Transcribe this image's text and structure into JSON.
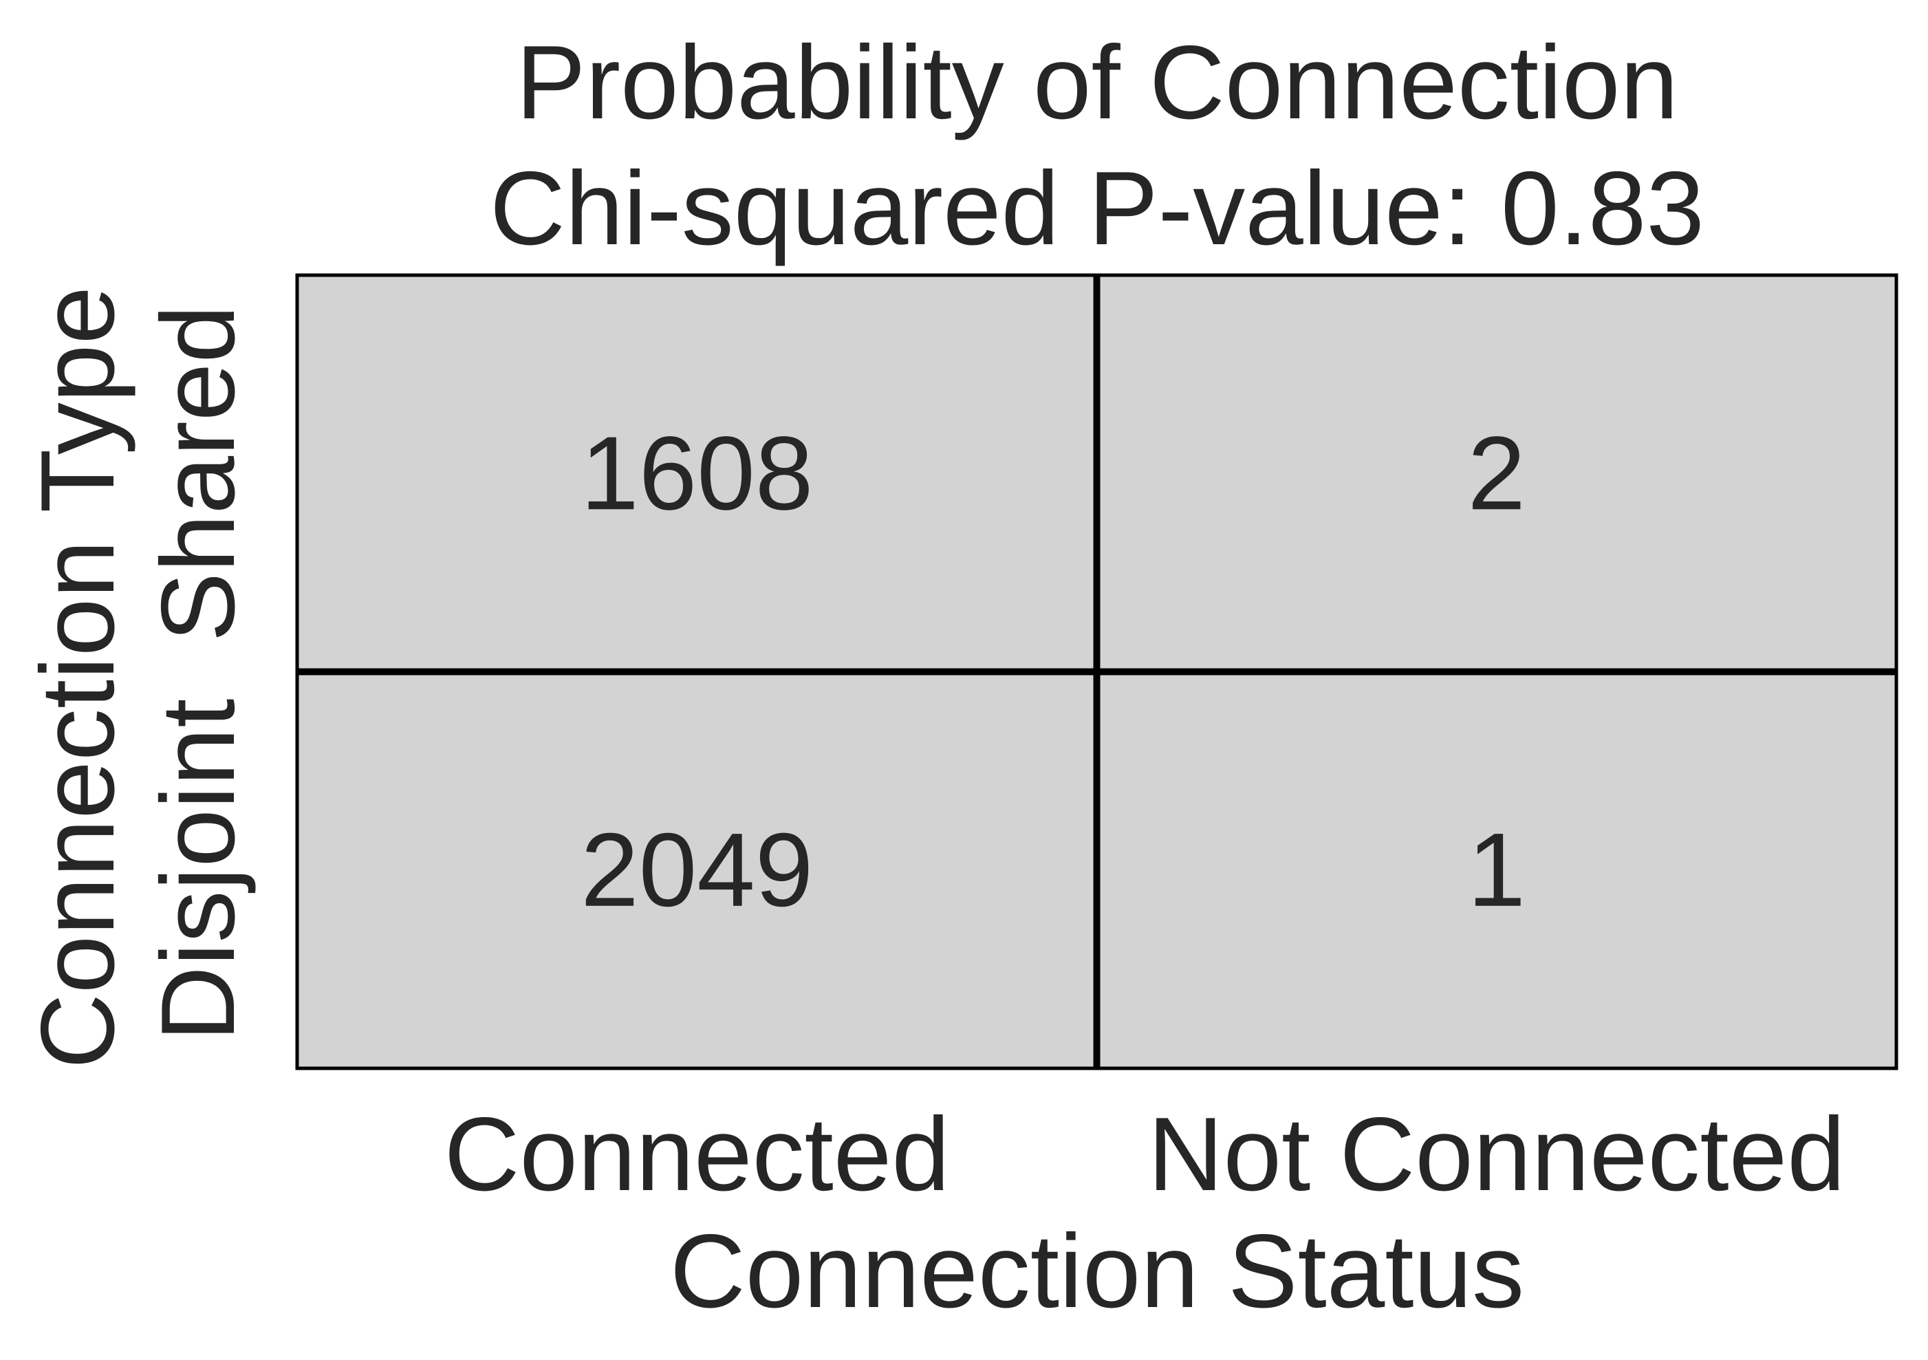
{
  "chart_data": {
    "type": "table",
    "title": "Probability of Connection",
    "subtitle": "Chi-squared P-value: 0.83",
    "xlabel": "Connection Status",
    "ylabel": "Connection Type",
    "columns": [
      "Connected",
      "Not Connected"
    ],
    "rows": [
      "Shared",
      "Disjoint"
    ],
    "values": [
      [
        1608,
        2
      ],
      [
        2049,
        1
      ]
    ],
    "cell_color": "#d3d3d3",
    "border_color": "#000000",
    "text_color": "#262626"
  }
}
